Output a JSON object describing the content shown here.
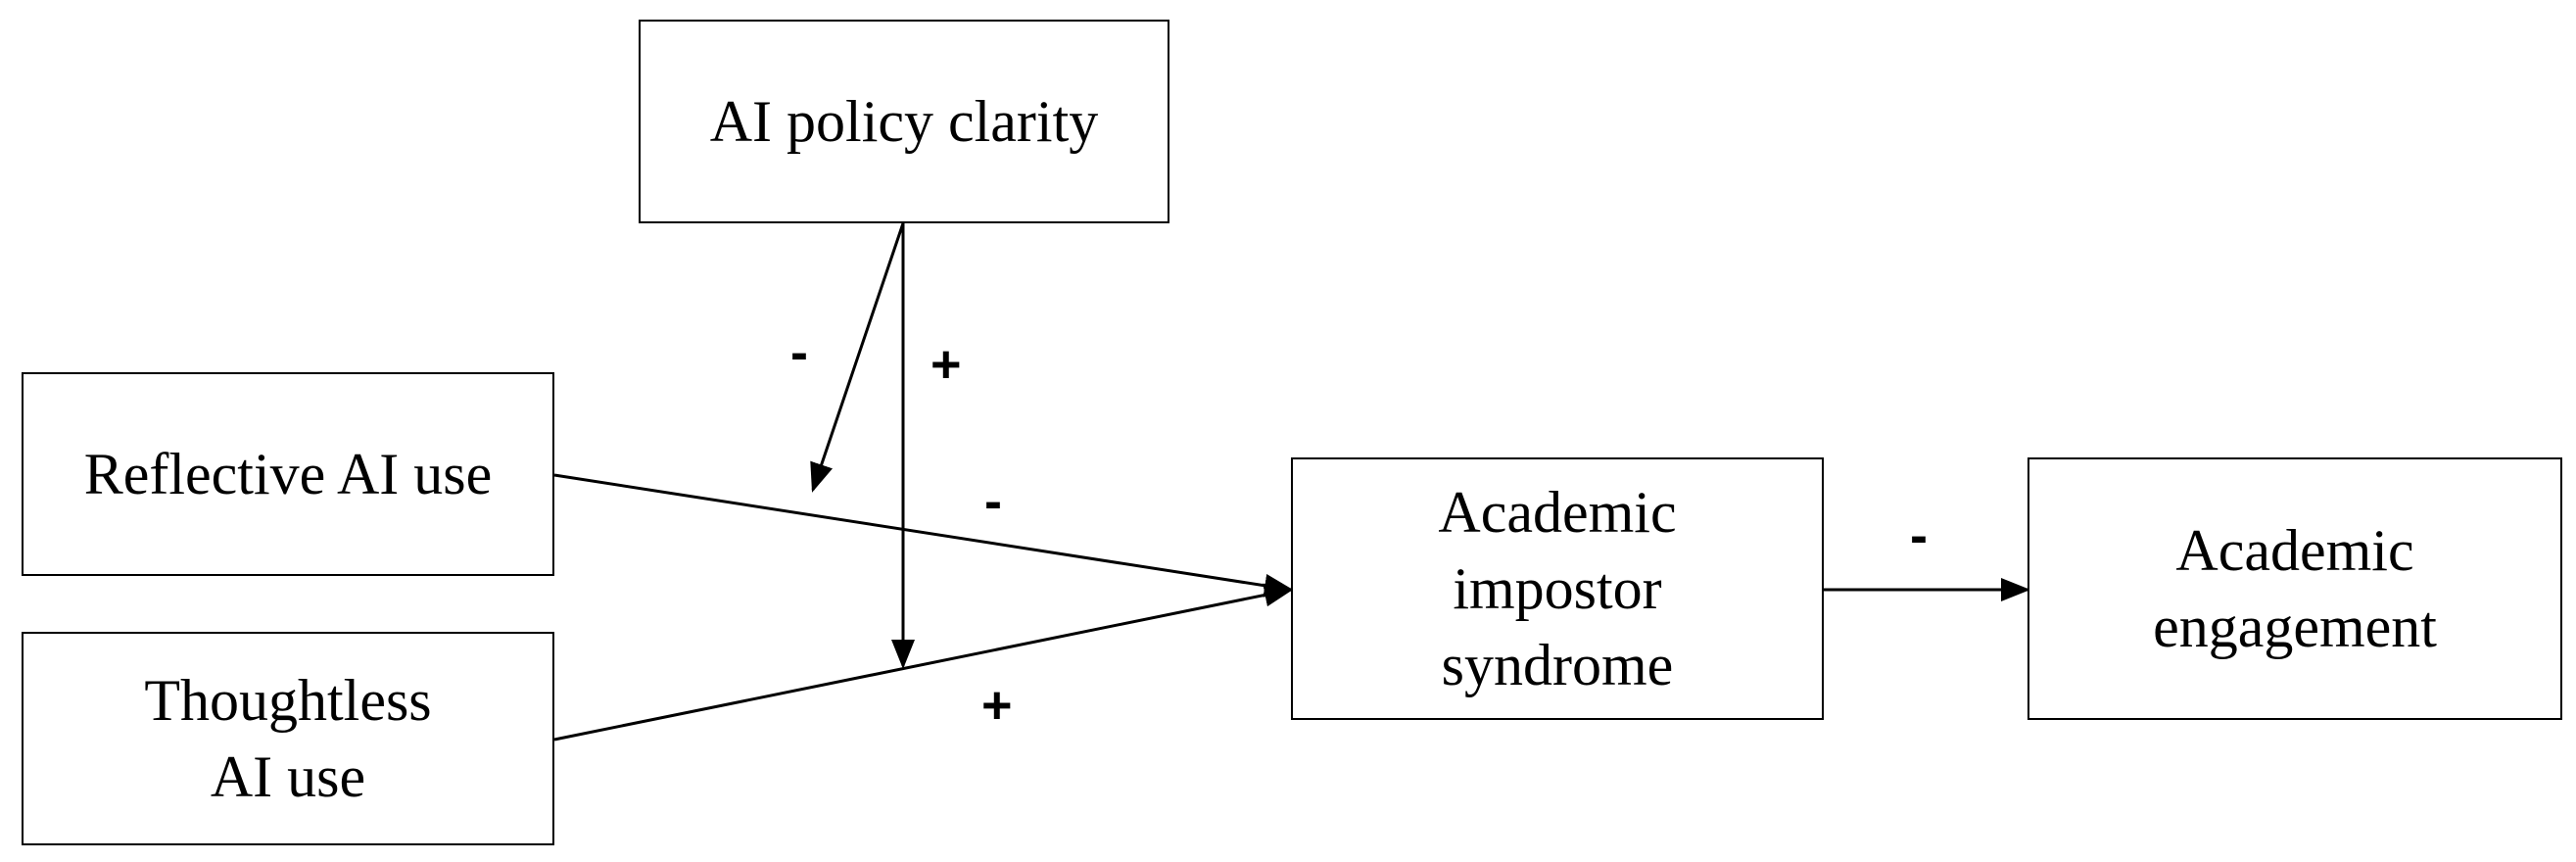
{
  "nodes": {
    "policy": {
      "label": "AI policy clarity"
    },
    "reflective": {
      "label": "Reflective AI use"
    },
    "thoughtless": {
      "line1": "Thoughtless",
      "line2": "AI use"
    },
    "impostor": {
      "line1": "Academic",
      "line2": "impostor",
      "line3": "syndrome"
    },
    "engagement": {
      "line1": "Academic",
      "line2": "engagement"
    }
  },
  "signs": {
    "policy_to_reflective": "-",
    "policy_to_thoughtless": "+",
    "reflective_to_impostor": "-",
    "thoughtless_to_impostor": "+",
    "impostor_to_engagement": "-"
  }
}
